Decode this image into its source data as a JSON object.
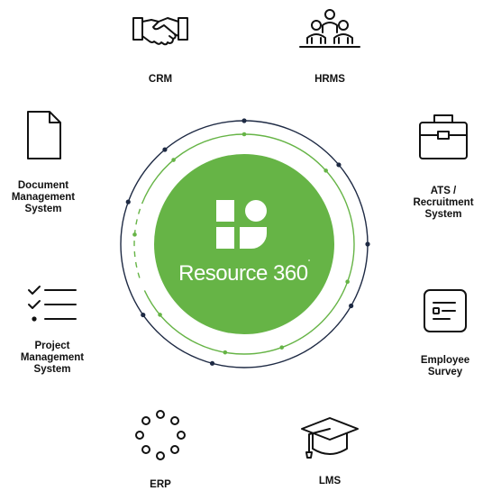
{
  "center": {
    "brand_name": "Resource 360",
    "brand_mark": "°",
    "logo_icon": "resource360-logo-icon"
  },
  "colors": {
    "green": "#66b446",
    "navy": "#1e2a44",
    "text": "#111111",
    "white": "#ffffff"
  },
  "nodes": {
    "crm": {
      "label": "CRM",
      "icon": "handshake-icon"
    },
    "hrms": {
      "label": "HRMS",
      "icon": "people-group-icon"
    },
    "document": {
      "label_lines": [
        "Document",
        "Management",
        "System"
      ],
      "icon": "document-icon"
    },
    "ats": {
      "label_lines": [
        "ATS /",
        "Recruitment",
        "System"
      ],
      "icon": "briefcase-icon"
    },
    "project": {
      "label_lines": [
        "Project",
        "Management",
        "System"
      ],
      "icon": "checklist-icon"
    },
    "survey": {
      "label_lines": [
        "Employee",
        "Survey"
      ],
      "icon": "survey-form-icon"
    },
    "erp": {
      "label": "ERP",
      "icon": "dots-circle-icon"
    },
    "lms": {
      "label": "LMS",
      "icon": "graduation-cap-icon"
    }
  }
}
